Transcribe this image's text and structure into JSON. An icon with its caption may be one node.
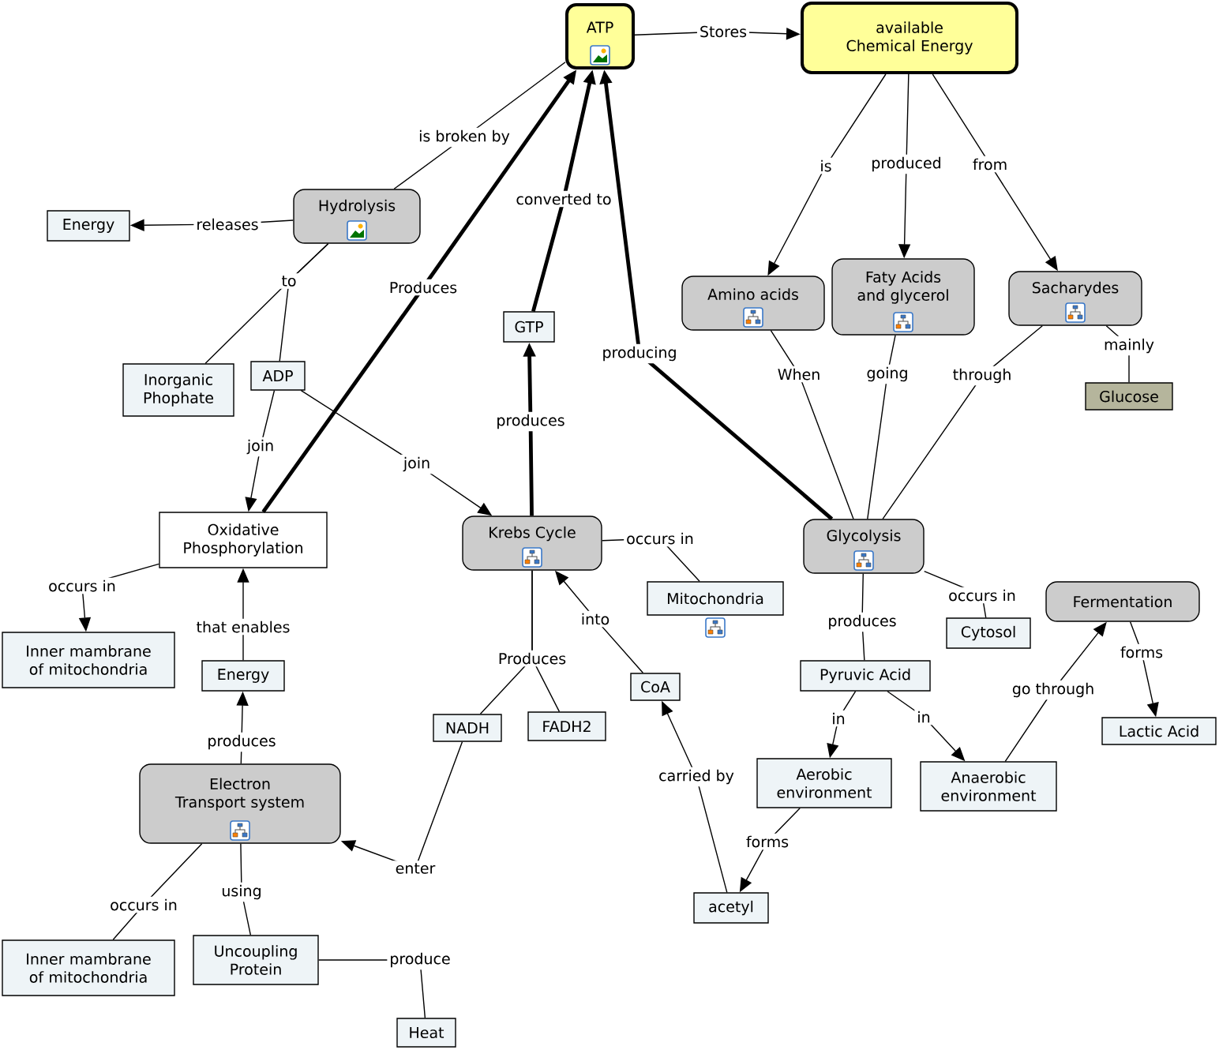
{
  "diagram": {
    "nodes": [
      {
        "text": [
          "ATP"
        ]
      },
      {
        "text": [
          "available Chemical Energy"
        ]
      },
      {
        "text": [
          "Hydrolysis"
        ]
      },
      {
        "text": [
          "Energy"
        ]
      },
      {
        "text": [
          "GTP"
        ]
      },
      {
        "text": [
          "Amino acids"
        ]
      },
      {
        "text": [
          "Faty Acids and glycerol"
        ]
      },
      {
        "text": [
          "Sacharydes"
        ]
      },
      {
        "text": [
          "Glucose"
        ]
      },
      {
        "text": [
          "Inorganic Phophate"
        ]
      },
      {
        "text": [
          "ADP"
        ]
      },
      {
        "text": [
          "Oxidative Phosphorylation"
        ]
      },
      {
        "text": [
          "Krebs Cycle"
        ]
      },
      {
        "text": [
          "Glycolysis"
        ]
      },
      {
        "text": [
          "Mitochondria"
        ]
      },
      {
        "text": [
          "Cytosol"
        ]
      },
      {
        "text": [
          "Fermentation"
        ]
      },
      {
        "text": [
          "Inner mambrane of mitochondria"
        ]
      },
      {
        "text": [
          "Energy"
        ]
      },
      {
        "text": [
          "CoA"
        ]
      },
      {
        "text": [
          "Pyruvic Acid"
        ]
      },
      {
        "text": [
          "Lactic Acid"
        ]
      },
      {
        "text": [
          "NADH"
        ]
      },
      {
        "text": [
          "FADH2"
        ]
      },
      {
        "text": [
          "Electron Transport system"
        ]
      },
      {
        "text": [
          "Aerobic environment"
        ]
      },
      {
        "text": [
          "Anaerobic environment"
        ]
      },
      {
        "text": [
          "acetyl"
        ]
      },
      {
        "text": [
          "Inner mambrane of mitochondria"
        ]
      },
      {
        "text": [
          "Uncoupling Protein"
        ]
      },
      {
        "text": [
          "Heat"
        ]
      }
    ],
    "edges": [
      {
        "from": 0,
        "to": 1,
        "arrow": "to",
        "label": "Stores"
      },
      {
        "from": 0,
        "to": 2,
        "arrow": "none",
        "label": "is broken by"
      },
      {
        "from": 2,
        "to": 3,
        "arrow": "to",
        "label": "releases"
      },
      {
        "from": 2,
        "to": 9,
        "arrow": "none",
        "label": "to"
      },
      {
        "from": 2,
        "to": 10,
        "arrow": "none"
      },
      {
        "from": 10,
        "to": 11,
        "arrow": "to",
        "label": "join"
      },
      {
        "from": 10,
        "to": 12,
        "arrow": "to",
        "label": "join"
      },
      {
        "from": 11,
        "to": 0,
        "arrow": "to",
        "label": "Produces",
        "style": "thick"
      },
      {
        "from": 4,
        "to": 0,
        "arrow": "to",
        "label": "converted to",
        "style": "thick"
      },
      {
        "from": 12,
        "to": 4,
        "arrow": "to",
        "label": "produces",
        "style": "thick"
      },
      {
        "from": 13,
        "to": 0,
        "arrow": "to",
        "label": "producing",
        "style": "thick"
      },
      {
        "from": 1,
        "to": 5,
        "arrow": "to",
        "label": "is"
      },
      {
        "from": 1,
        "to": 6,
        "arrow": "to",
        "label": "produced"
      },
      {
        "from": 1,
        "to": 7,
        "arrow": "to",
        "label": "from"
      },
      {
        "from": 5,
        "to": 13,
        "arrow": "none",
        "label": "When"
      },
      {
        "from": 6,
        "to": 13,
        "arrow": "none",
        "label": "going"
      },
      {
        "from": 7,
        "to": 13,
        "arrow": "none",
        "label": "through"
      },
      {
        "from": 7,
        "to": 8,
        "arrow": "none",
        "label": "mainly"
      },
      {
        "from": 11,
        "to": 17,
        "arrow": "to",
        "label": "occurs in"
      },
      {
        "from": 18,
        "to": 11,
        "arrow": "to",
        "label": "that enables"
      },
      {
        "from": 24,
        "to": 18,
        "arrow": "to",
        "label": "produces"
      },
      {
        "from": 12,
        "to": 14,
        "arrow": "none",
        "label": "occurs in"
      },
      {
        "from": 12,
        "to": 22,
        "arrow": "none",
        "label": "Produces"
      },
      {
        "from": 12,
        "to": 23,
        "arrow": "none"
      },
      {
        "from": 22,
        "to": 24,
        "arrow": "to",
        "label": "enter"
      },
      {
        "from": 19,
        "to": 12,
        "arrow": "to",
        "label": "into"
      },
      {
        "from": 27,
        "to": 19,
        "arrow": "to",
        "label": "carried by"
      },
      {
        "from": 13,
        "to": 15,
        "arrow": "none",
        "label": "occurs in"
      },
      {
        "from": 13,
        "to": 20,
        "arrow": "none",
        "label": "produces"
      },
      {
        "from": 20,
        "to": 25,
        "arrow": "to",
        "label": "in"
      },
      {
        "from": 20,
        "to": 26,
        "arrow": "to",
        "label": "in"
      },
      {
        "from": 25,
        "to": 27,
        "arrow": "to",
        "label": "forms"
      },
      {
        "from": 26,
        "to": 16,
        "arrow": "to",
        "label": "go through"
      },
      {
        "from": 16,
        "to": 21,
        "arrow": "to",
        "label": "forms"
      },
      {
        "from": 24,
        "to": 28,
        "arrow": "none",
        "label": "occurs in"
      },
      {
        "from": 24,
        "to": 29,
        "arrow": "none",
        "label": "using"
      },
      {
        "from": 29,
        "to": 30,
        "arrow": "none",
        "label": "produce"
      }
    ]
  }
}
